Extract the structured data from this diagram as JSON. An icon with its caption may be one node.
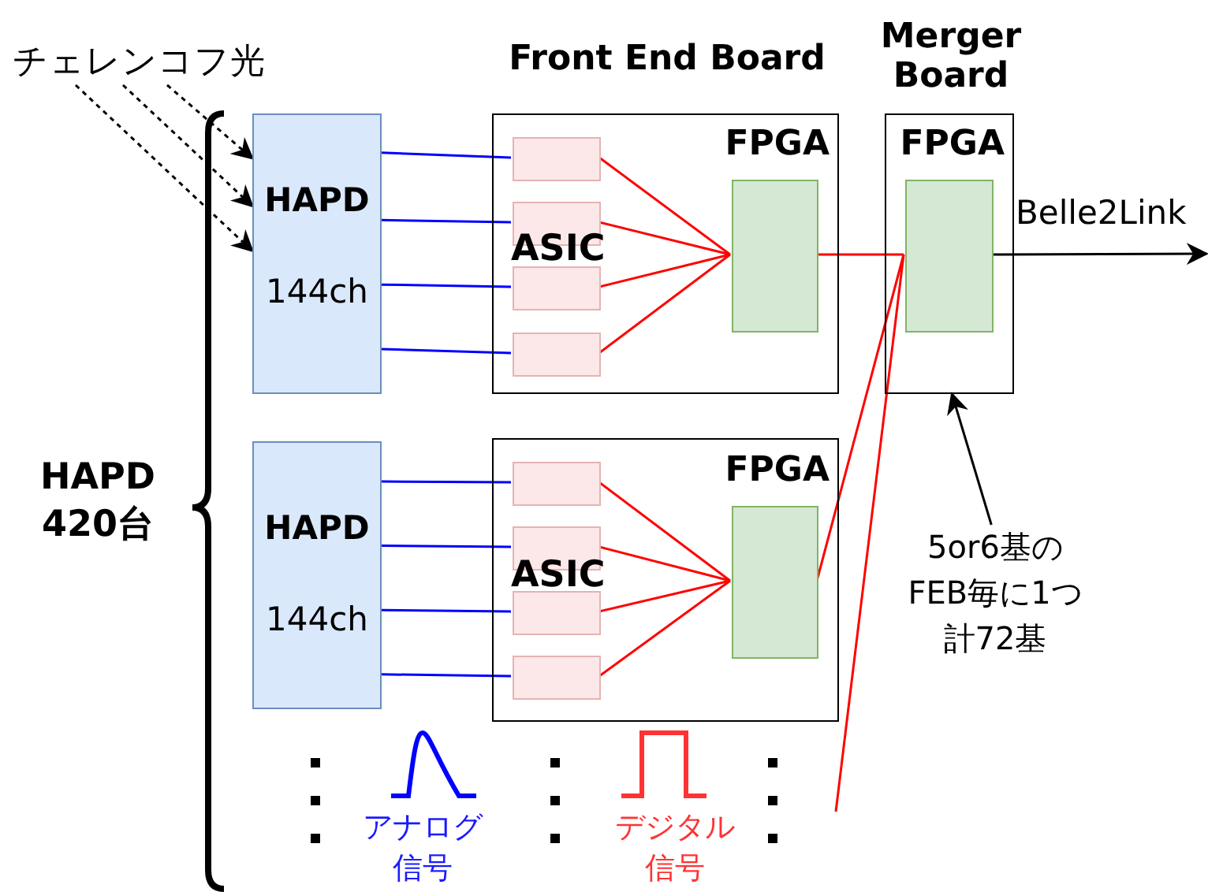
{
  "diagram": {
    "nodes": [
      {
        "text": [
          "チェレンコフ光"
        ]
      },
      {
        "text": [
          "HAPD",
          "144ch"
        ]
      },
      {
        "text": [
          "Front End Board"
        ]
      },
      {
        "text": [],
        "shape": "box",
        "in": 2
      },
      {
        "text": [],
        "shape": "box",
        "in": 2
      },
      {
        "text": [],
        "shape": "box",
        "in": 2
      },
      {
        "text": [],
        "shape": "box",
        "in": 2
      },
      {
        "text": [
          "FPGA"
        ],
        "in": 2
      },
      {
        "text": [
          "Merger Board"
        ]
      },
      {
        "text": [
          "FPGA"
        ],
        "in": 8
      },
      {
        "text": [
          "HAPD",
          "144ch"
        ]
      },
      {
        "text": [],
        "shape": "box"
      },
      {
        "text": [],
        "shape": "box",
        "in": 11
      },
      {
        "text": [],
        "shape": "box",
        "in": 11
      },
      {
        "text": [],
        "shape": "box",
        "in": 11
      },
      {
        "text": [],
        "shape": "box",
        "in": 11
      },
      {
        "text": [
          "FPGA"
        ],
        "in": 11
      },
      {
        "text": [
          "5or6基のFEB毎に1つ計72基"
        ]
      }
    ],
    "edges": [
      {
        "from": 0,
        "to": 1,
        "arrow": "to",
        "style": "dashed",
        "color": "#000000"
      },
      {
        "from": 0,
        "to": 1,
        "arrow": "to",
        "style": "dashed",
        "color": "#000000"
      },
      {
        "from": 0,
        "to": 1,
        "arrow": "to",
        "style": "dashed",
        "color": "#000000"
      },
      {
        "from": 1,
        "to": 3,
        "arrow": "none",
        "color": "#0000ff"
      },
      {
        "from": 1,
        "to": 4,
        "arrow": "none",
        "color": "#0000ff"
      },
      {
        "from": 1,
        "to": 5,
        "arrow": "none",
        "color": "#0000ff"
      },
      {
        "from": 1,
        "to": 6,
        "arrow": "none",
        "color": "#0000ff"
      },
      {
        "from": 3,
        "to": 7,
        "arrow": "none",
        "color": "#ff0000"
      },
      {
        "from": 4,
        "to": 7,
        "arrow": "none",
        "color": "#ff0000"
      },
      {
        "from": 5,
        "to": 7,
        "arrow": "none",
        "color": "#ff0000"
      },
      {
        "from": 6,
        "to": 7,
        "arrow": "none",
        "color": "#ff0000"
      },
      {
        "from": 7,
        "to": 9,
        "arrow": "none",
        "color": "#ff0000"
      },
      {
        "from": 10,
        "to": 12,
        "arrow": "none",
        "color": "#0000ff"
      },
      {
        "from": 10,
        "to": 13,
        "arrow": "none",
        "color": "#0000ff"
      },
      {
        "from": 10,
        "to": 14,
        "arrow": "none",
        "color": "#0000ff"
      },
      {
        "from": 10,
        "to": 15,
        "arrow": "none",
        "color": "#0000ff"
      },
      {
        "from": 12,
        "to": 16,
        "arrow": "none",
        "color": "#ff0000"
      },
      {
        "from": 13,
        "to": 16,
        "arrow": "none",
        "color": "#ff0000"
      },
      {
        "from": 14,
        "to": 16,
        "arrow": "none",
        "color": "#ff0000"
      },
      {
        "from": 15,
        "to": 16,
        "arrow": "none",
        "color": "#ff0000"
      },
      {
        "from": 16,
        "to": 9,
        "arrow": "none",
        "color": "#ff0000"
      },
      {
        "from": null,
        "to": 9,
        "arrow": "none",
        "color": "#ff0000"
      },
      {
        "from": 9,
        "to": null,
        "arrow": "to",
        "label": "Belle2Link",
        "color": "#000000"
      },
      {
        "from": 17,
        "to": 8,
        "arrow": "to",
        "color": "#000000"
      }
    ],
    "labels": [
      "HAPD 420台",
      "ASIC",
      "ASIC",
      "アナログ信号",
      "デジタル信号"
    ]
  }
}
